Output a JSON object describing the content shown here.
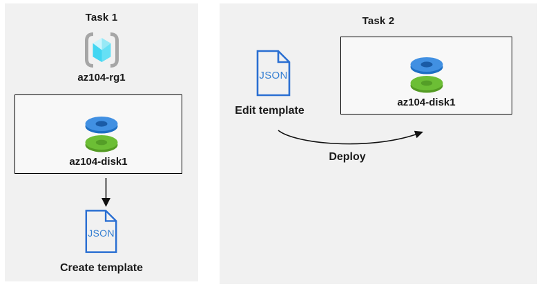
{
  "task1": {
    "title": "Task 1",
    "resource_group": {
      "label": "az104-rg1"
    },
    "disk_box": {
      "label": "az104-disk1"
    },
    "template": {
      "label": "Create template",
      "icon_text": "JSON"
    }
  },
  "task2": {
    "title": "Task 2",
    "template": {
      "label": "Edit template",
      "icon_text": "JSON"
    },
    "disk_box": {
      "label": "az104-disk1"
    },
    "deploy": {
      "label": "Deploy"
    }
  },
  "colors": {
    "panel_bg": "#f1f1f1",
    "box_bg": "#f8f8f8",
    "box_border": "#000000",
    "text": "#1a1a1a",
    "arrow": "#111111",
    "bracket_gray": "#a6a6a6",
    "cube_top_left": "#cdf5fd",
    "cube_top_right": "#97e9f6",
    "cube_bottom_left": "#41d6f2",
    "cube_bottom_right": "#66e0f5",
    "disk_blue_top": "#4190e2",
    "disk_blue_side": "#1d6fc4",
    "disk_blue_hole": "#1a5ba6",
    "disk_green_top": "#6cbe35",
    "disk_green_side": "#549b24",
    "disk_green_hole": "#549e27",
    "json_blue": "#2a6fd2",
    "json_text_blue": "#337ed2"
  }
}
